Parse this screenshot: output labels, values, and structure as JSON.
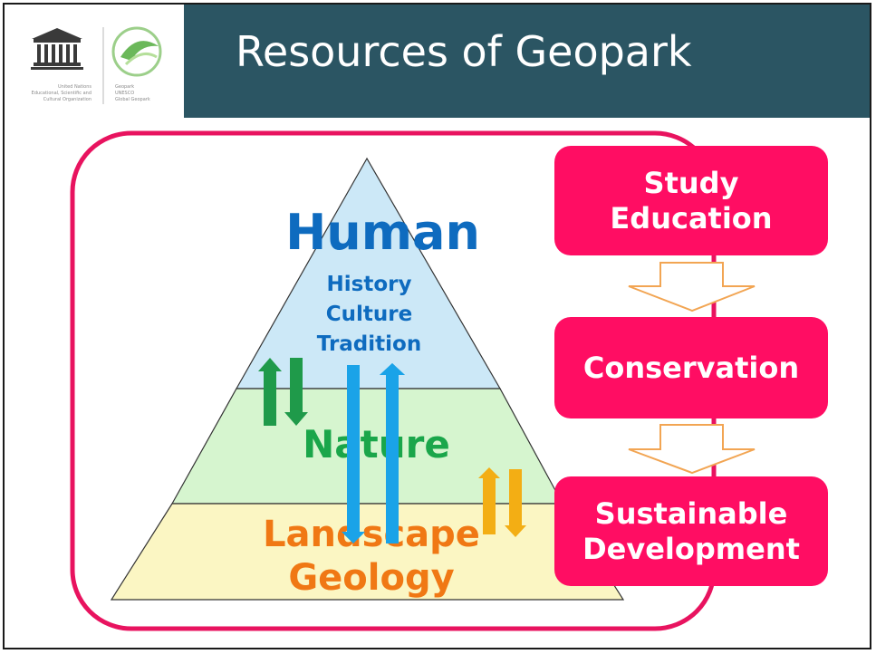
{
  "header": {
    "title": "Resources of Geopark",
    "logo": {
      "unesco_text": [
        "United Nations",
        "Educational, Scientific and",
        "Cultural Organization"
      ],
      "geopark_text": [
        "Geopark",
        "UNESCO",
        "Global Geopark"
      ]
    }
  },
  "pyramid": {
    "top": {
      "title": "Human",
      "items": [
        "History",
        "Culture",
        "Tradition"
      ]
    },
    "middle": {
      "title": "Nature"
    },
    "bottom": {
      "items": [
        "Landscape",
        "Geology"
      ]
    }
  },
  "flow": {
    "boxes": [
      {
        "lines": [
          "Study",
          "Education"
        ]
      },
      {
        "lines": [
          "Conservation"
        ]
      },
      {
        "lines": [
          "Sustainable",
          "Development"
        ]
      }
    ]
  },
  "colors": {
    "header_bg": "#2b5563",
    "box_fill": "#ff0d63",
    "outline": "#e8135f",
    "human_blue": "#0e6bbf",
    "nature_green": "#1aa64a",
    "landscape_orange": "#f07814",
    "tier_top": "#cce8f7",
    "tier_mid": "#d6f5cf",
    "tier_bottom": "#fbf6c3",
    "arrow_green": "#1f9a4a",
    "arrow_blue": "#1aa3e8",
    "arrow_orange": "#f3ae14"
  }
}
